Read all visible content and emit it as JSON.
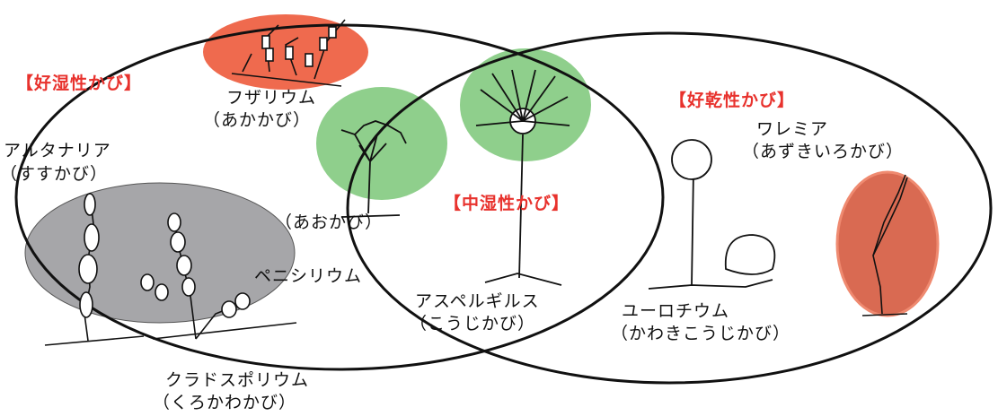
{
  "categories": {
    "xerophilic_humid": "【好湿性かび】",
    "medium": "【中湿性かび】",
    "xerophilic_dry": "【好乾性かび】"
  },
  "molds": {
    "fusarium": {
      "name": "フザリウム",
      "common": "（あかかび）"
    },
    "alternaria": {
      "name": "アルタナリア",
      "common": "（すすかび）"
    },
    "penicillium": {
      "name": "ペニシリウム",
      "common": "（あおかび）"
    },
    "aspergillus": {
      "name": "アスペルギルス",
      "common": "（こうじかび）"
    },
    "eurotium": {
      "name": "ユーロチウム",
      "common": "（かわきこうじかび）"
    },
    "wallemia": {
      "name": "ワレミア",
      "common": "（あずきいろかび）"
    },
    "cladosporium": {
      "name": "クラドスポリウム",
      "common": "（くろかわかび）"
    }
  },
  "colors": {
    "category_text": "#e8322d",
    "red_fill": "#ef6a4e",
    "green_fill": "#8fcf8c",
    "gray_fill": "#a6a6a9",
    "outline": "#111111"
  }
}
